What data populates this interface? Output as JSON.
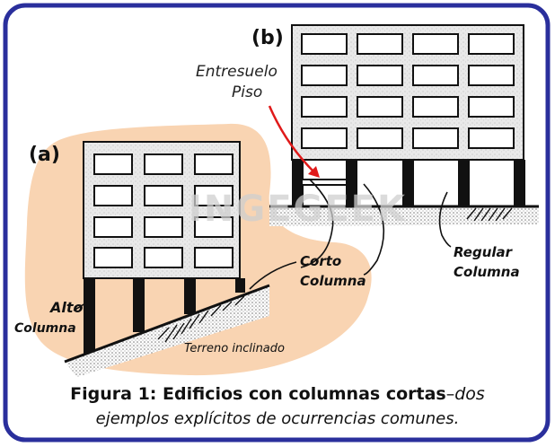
{
  "labels": {
    "a": "(a)",
    "b": "(b)",
    "entresuelo": "Entresuelo",
    "piso": "Piso",
    "alto": "Alto",
    "columna_alto": "Columna",
    "corto": "Corto",
    "columna_corto": "Columna",
    "regular": "Regular",
    "columna_regular": "Columna",
    "terreno": "Terreno inclinado"
  },
  "watermark": "INGEGEEK",
  "caption": {
    "bold": "Figura 1: Edificios con columnas cortas",
    "dash": "–",
    "italic_tail": "dos",
    "line2": "ejemplos explícitos de ocurrencias comunes."
  },
  "colors": {
    "border": "#2a2f9c",
    "blob": "#f9d4b2",
    "arrow": "#e01a1a",
    "ground": "#d6d6d6"
  }
}
